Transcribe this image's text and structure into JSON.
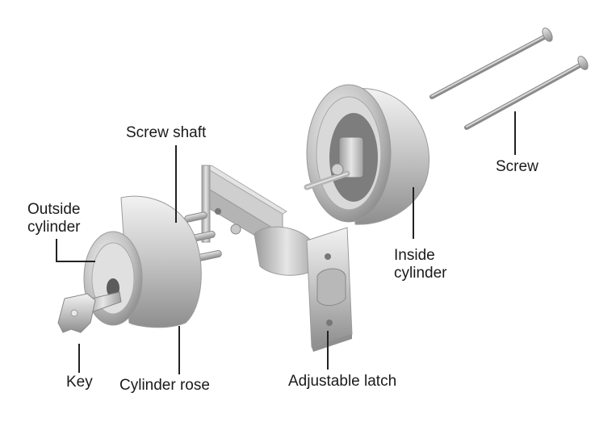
{
  "labels": {
    "screw_shaft": "Screw shaft",
    "outside_cylinder": "Outside\ncylinder",
    "key": "Key",
    "cylinder_rose": "Cylinder rose",
    "adjustable_latch": "Adjustable latch",
    "inside_cylinder": "Inside\ncylinder",
    "screw": "Screw"
  }
}
